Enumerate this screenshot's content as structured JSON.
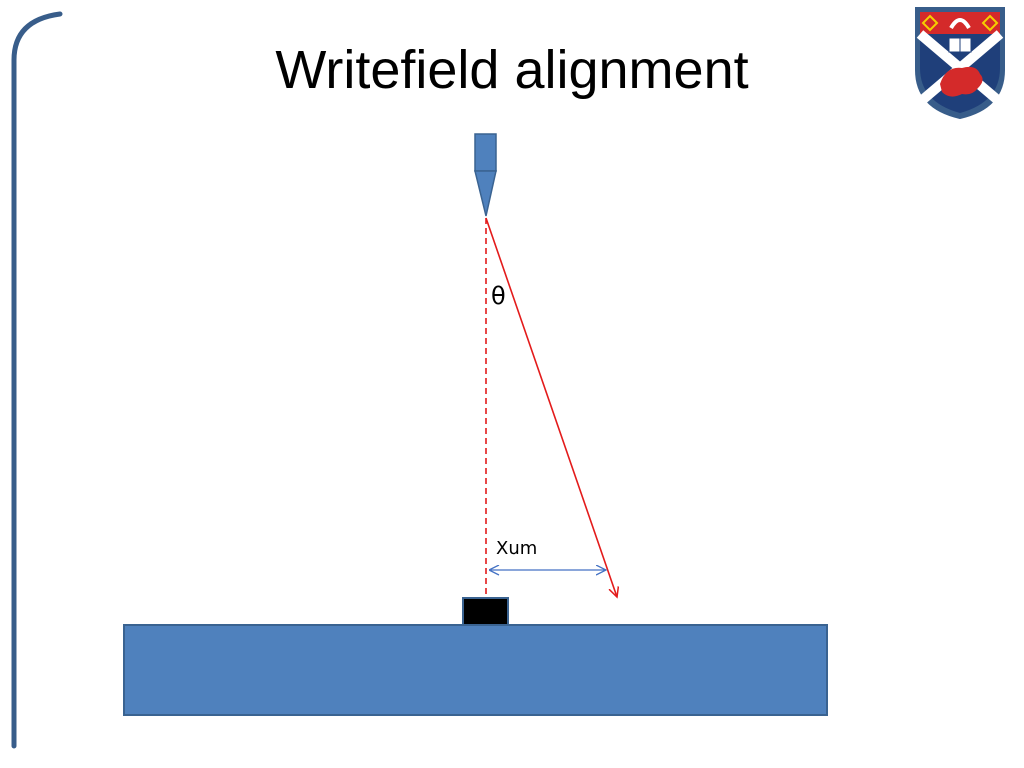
{
  "slide": {
    "title": "Writefield alignment"
  },
  "diagram": {
    "angle_label": "θ",
    "distance_label": "Xum"
  },
  "colors": {
    "stage_fill": "#4f81bd",
    "stage_stroke": "#3a6391",
    "beam_line": "#e31b1b",
    "dimension_arrow": "#4472c4",
    "marker": "#000000",
    "bracket": "#385d8a"
  }
}
